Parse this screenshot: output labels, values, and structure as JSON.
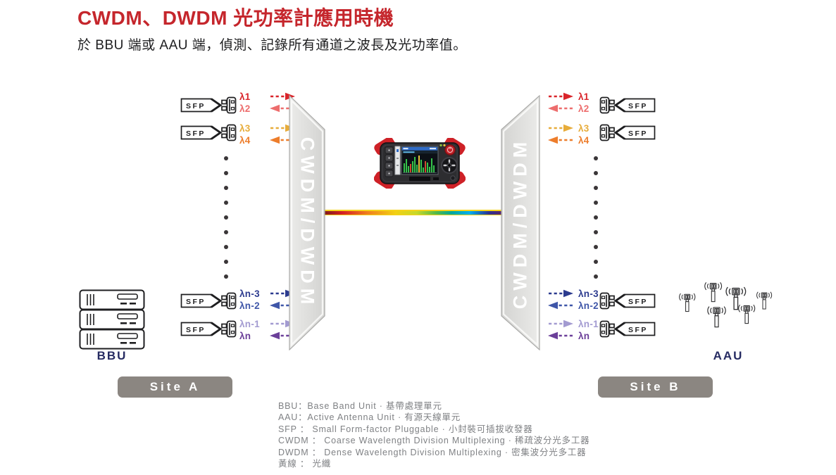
{
  "title": {
    "text": "CWDM、DWDM 光功率計應用時機",
    "color": "#c5262c"
  },
  "subtitle": "於 BBU 端或 AAU 端，偵測、記錄所有通道之波長及光功率值。",
  "mux": {
    "label": "CWDM/DWDM",
    "text_color": "#ffffff"
  },
  "sfp_label": "SFP",
  "bbu_label": "BBU",
  "aau_label": "AAU",
  "unit_label_color": "#262b62",
  "site_a": "Site A",
  "site_b": "Site B",
  "site_badge_color": "#8b8681",
  "fiber_color": "#f6d41a",
  "channels": {
    "top": [
      {
        "label": "λ1",
        "dir": "right",
        "color": "#d9252b"
      },
      {
        "label": "λ2",
        "dir": "left",
        "color": "#ed6d6d"
      },
      {
        "label": "λ3",
        "dir": "right",
        "color": "#e7ac3a"
      },
      {
        "label": "λ4",
        "dir": "left",
        "color": "#ed7d2b"
      }
    ],
    "bottom": [
      {
        "label": "λn-3",
        "dir": "right",
        "color": "#2c3b8f"
      },
      {
        "label": "λn-2",
        "dir": "left",
        "color": "#3f56a8"
      },
      {
        "label": "λn-1",
        "dir": "right",
        "color": "#a39bd1"
      },
      {
        "label": "λn",
        "dir": "left",
        "color": "#6b3f99"
      }
    ]
  },
  "legend": {
    "color": "#7f8184",
    "lines": [
      "BBU：Base Band Unit · 基帶處理單元",
      "AAU：Active Antenna Unit · 有源天線單元",
      "SFP ： Small Form-factor Pluggable · 小封裝可插拔收發器",
      "CWDM ： Coarse Wavelength Division Multiplexing · 稀疏波分光多工器",
      "DWDM ： Dense Wavelength Division Multiplexing · 密集波分光多工器",
      "黃線 ： 光纖"
    ]
  }
}
